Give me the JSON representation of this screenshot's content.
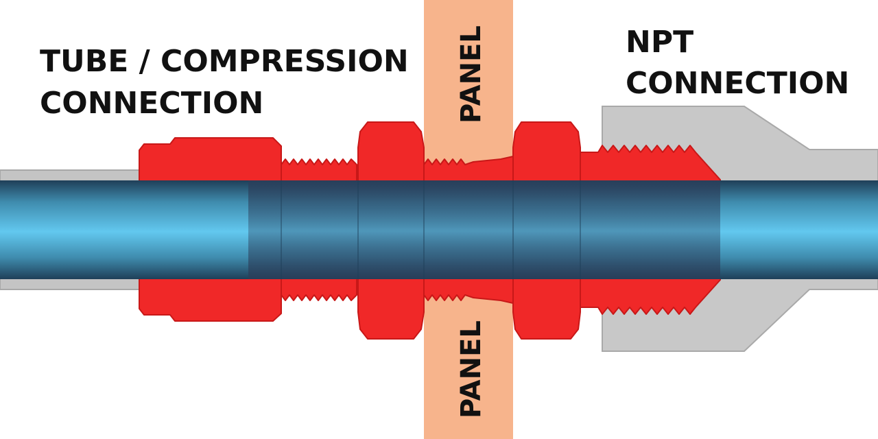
{
  "labels": {
    "tube_compression": [
      "TUBE / COMPRESSION",
      "CONNECTION"
    ],
    "npt": [
      "NPT",
      "CONNECTION"
    ],
    "panel_top": "PANEL",
    "panel_bottom": "PANEL"
  },
  "colors": {
    "background": "#ffffff",
    "panel": "#f7b48c",
    "fitting_red": "#f02828",
    "fitting_red_dark": "#c81818",
    "npt_grey": "#c8c8c8",
    "npt_grey_edge": "#a9a9a9",
    "tube_grey": "#c4c4c4",
    "fluid_light": "#62c8ef",
    "fluid_dark": "#1f3f58",
    "fluid_overlay": "#2c3e5a"
  }
}
